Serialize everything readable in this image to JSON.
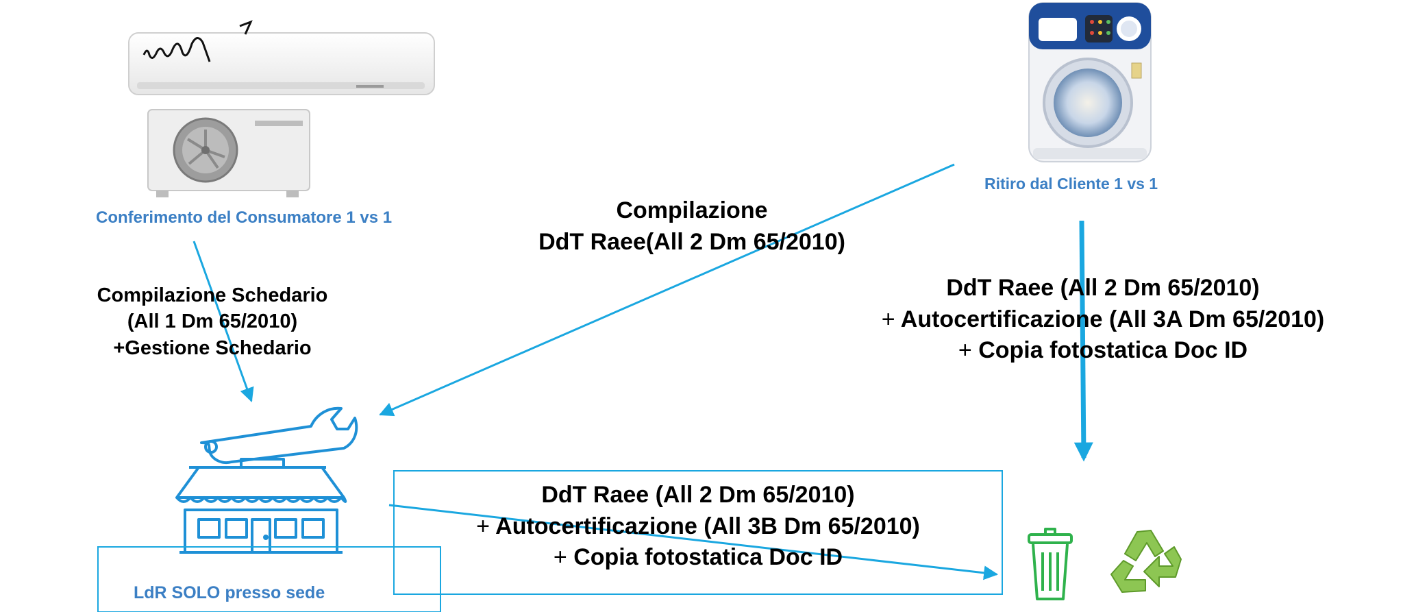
{
  "consumer": {
    "caption": "Conferimento del Consumatore 1 vs 1"
  },
  "customer": {
    "caption": "Ritiro dal Cliente 1 vs 1"
  },
  "left_flow": {
    "line1": "Compilazione Schedario",
    "line2": "(All 1 Dm 65/2010)",
    "line3": "+Gestione Schedario"
  },
  "center_flow": {
    "line1": "Compilazione",
    "line2": "DdT Raee(All 2 Dm 65/2010)"
  },
  "right_flow": {
    "line1": "DdT Raee (All 2 Dm 65/2010)",
    "plus2": "+",
    "line2": "Autocertificazione (All 3A Dm 65/2010)",
    "plus3": "+",
    "line3": "Copia fotostatica Doc ID"
  },
  "bottom_flow": {
    "line1": "DdT Raee (All 2 Dm 65/2010)",
    "plus2": "+",
    "line2": "Autocertificazione (All 3B Dm 65/2010)",
    "plus3": "+",
    "line3": "Copia fotostatica Doc ID"
  },
  "shop": {
    "caption": "LdR SOLO presso sede"
  },
  "icons": {
    "air_conditioner": "air-conditioner-icon",
    "washing_machine": "washing-machine-icon",
    "shop": "repair-shop-icon",
    "trash": "trash-bin-icon",
    "recycle": "recycle-icon"
  },
  "colors": {
    "arrow": "#1aa7e0",
    "caption": "#3b7fc4",
    "shop_icon": "#1e90d6",
    "recycle": "#7cc04a",
    "trash": "#2fb24c"
  }
}
